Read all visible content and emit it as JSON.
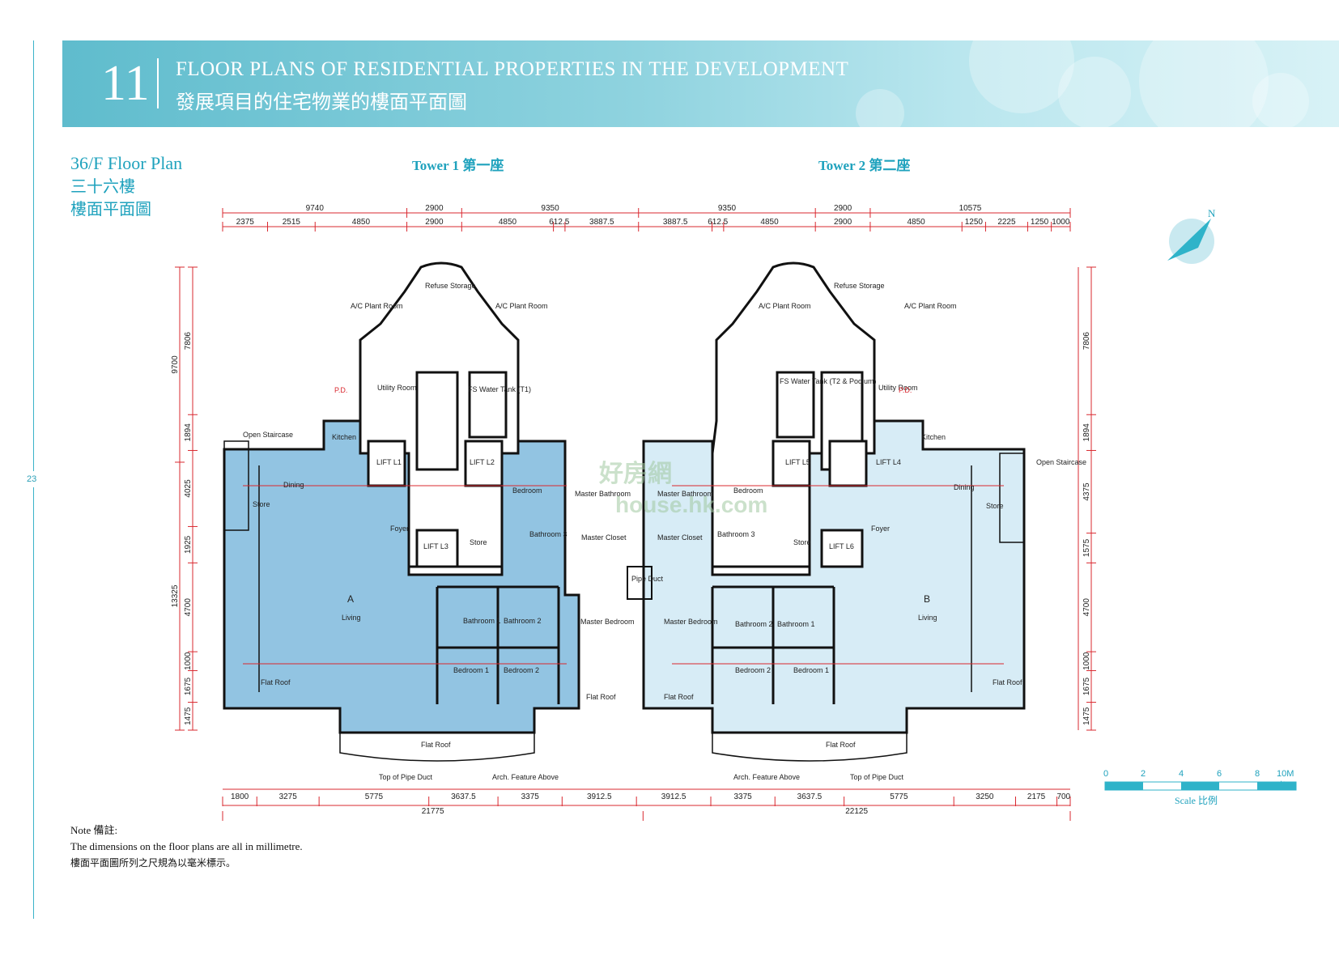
{
  "page": {
    "number": "23"
  },
  "banner": {
    "section_no": "11",
    "title_en": "FLOOR PLANS OF RESIDENTIAL PROPERTIES IN THE DEVELOPMENT",
    "title_zh": "發展項目的住宅物業的樓面平面圖"
  },
  "plan": {
    "title_en": "36/F Floor Plan",
    "title_zh_1": "三十六樓",
    "title_zh_2": "樓面平面圖",
    "tower1": "Tower 1  第一座",
    "tower2": "Tower 2  第二座"
  },
  "dims": {
    "top_outer": [
      "9740",
      "2900",
      "9350",
      "9350",
      "2900",
      "10575"
    ],
    "top_inner": [
      "2375",
      "2515",
      "4850",
      "2900",
      "4850",
      "612.5",
      "3887.5",
      "3887.5",
      "612.5",
      "4850",
      "2900",
      "4850",
      "1250",
      "2225",
      "1250",
      "1000"
    ],
    "bottom_inner": [
      "1800",
      "3275",
      "5775",
      "3637.5",
      "3375",
      "3912.5",
      "3912.5",
      "3375",
      "3637.5",
      "5775",
      "3250",
      "2175",
      "700"
    ],
    "bottom_outer": [
      "21775",
      "22125"
    ],
    "left_outer": [
      "9700",
      "13325"
    ],
    "left_inner": [
      "7806",
      "1894",
      "4025",
      "1925",
      "4700",
      "1000",
      "1675",
      "1475"
    ],
    "right_inner": [
      "7806",
      "1894",
      "4375",
      "1575",
      "4700",
      "1000",
      "1675",
      "1475"
    ]
  },
  "rooms": {
    "refuse_storage": "Refuse Storage",
    "ac_plant_room": "A/C Plant Room",
    "utility_room": "Utility Room",
    "fs_tank_t1": "FS Water Tank (T1)",
    "fs_tank_t2": "FS Water Tank (T2 & Podium)",
    "lift_l1": "LIFT L1",
    "lift_l2": "LIFT L2",
    "lift_l3": "LIFT L3",
    "lift_l4": "LIFT L4",
    "lift_l5": "LIFT L5",
    "lift_l6": "LIFT L6",
    "kitchen": "Kitchen",
    "dining": "Dining",
    "foyer": "Foyer",
    "store": "Store",
    "living": "Living",
    "flat_roof": "Flat Roof",
    "open_staircase": "Open Staircase",
    "bedroom": "Bedroom",
    "bedroom1": "Bedroom 1",
    "bedroom2": "Bedroom 2",
    "master_bedroom": "Master Bedroom",
    "master_bathroom": "Master Bathroom",
    "master_closet": "Master Closet",
    "bathroom1": "Bathroom 1",
    "bathroom2": "Bathroom 2",
    "bathroom3": "Bathroom 3",
    "pipe_duct": "Pipe Duct",
    "top_pipe_duct": "Top of Pipe Duct",
    "arch_feature": "Arch. Feature Above",
    "flat_a": "A",
    "flat_b": "B",
    "pd": "P.D."
  },
  "north": {
    "label": "N"
  },
  "scale": {
    "ticks": [
      "0",
      "2",
      "4",
      "6",
      "8",
      "10M米"
    ],
    "caption": "Scale 比例"
  },
  "note": {
    "heading": "Note 備註:",
    "line_en": "The dimensions on the floor plans are all in millimetre.",
    "line_zh": "樓面平面圖所列之尺規為以毫米標示。"
  },
  "watermark": {
    "line1": "好房網",
    "line2": "house.hk.com"
  },
  "colors": {
    "accent": "#2a9fb6",
    "unit_a": "#92c4e2",
    "unit_b": "#d7ecf6",
    "dimension": "#d9282f"
  }
}
